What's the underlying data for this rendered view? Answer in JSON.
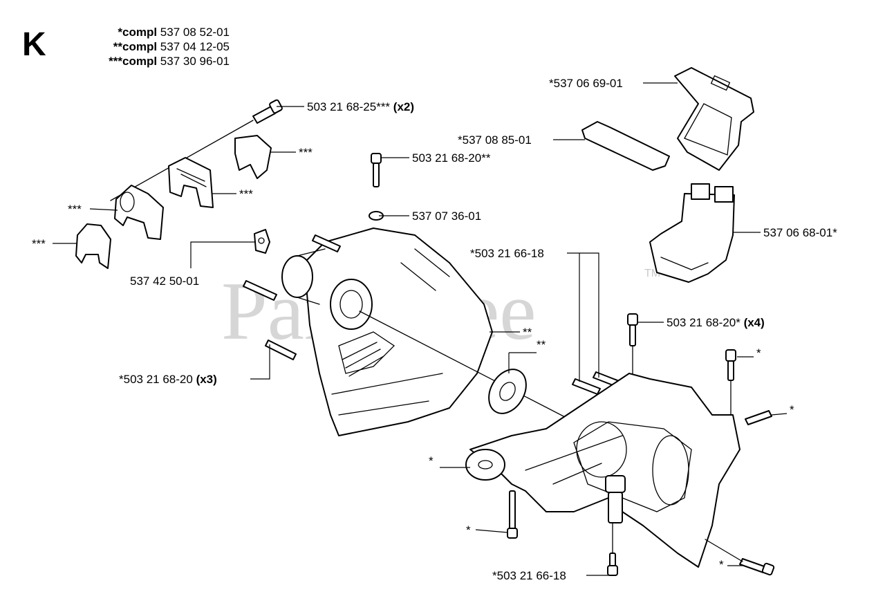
{
  "section_letter": "K",
  "header": {
    "lines": [
      {
        "prefix": "*compl",
        "number": "537 08 52-01"
      },
      {
        "prefix": "**compl",
        "number": "537 04 12-05"
      },
      {
        "prefix": "***compl",
        "number": "537 30 96-01"
      }
    ]
  },
  "watermark": {
    "text": "PartsTree",
    "tm": "TM"
  },
  "labels": {
    "l1": {
      "text": "503 21 68-25***",
      "qty": "(x2)"
    },
    "l2": {
      "text": "***"
    },
    "l3": {
      "text": "***"
    },
    "l4": {
      "text": "***"
    },
    "l5": {
      "text": "***"
    },
    "l6": {
      "text": "503 21 68-20**"
    },
    "l7": {
      "text": "537 07 36-01"
    },
    "l8": {
      "text": "537 42 50-01"
    },
    "l9": {
      "text": "*537 06 69-01"
    },
    "l10": {
      "text": "*537 08 85-01"
    },
    "l11": {
      "text": "537 06 68-01*"
    },
    "l12": {
      "text": "*503 21 66-18"
    },
    "l13": {
      "text": "503 21 68-20*",
      "qty": "(x4)"
    },
    "l14": {
      "text": "**"
    },
    "l15": {
      "text": "**"
    },
    "l16": {
      "text": "*503 21 68-20",
      "qty": "(x3)"
    },
    "l17": {
      "text": "*"
    },
    "l18": {
      "text": "*"
    },
    "l19": {
      "text": "*"
    },
    "l20": {
      "text": "*"
    },
    "l21": {
      "text": "*"
    },
    "l22": {
      "text": "*503 21 66-18"
    }
  }
}
